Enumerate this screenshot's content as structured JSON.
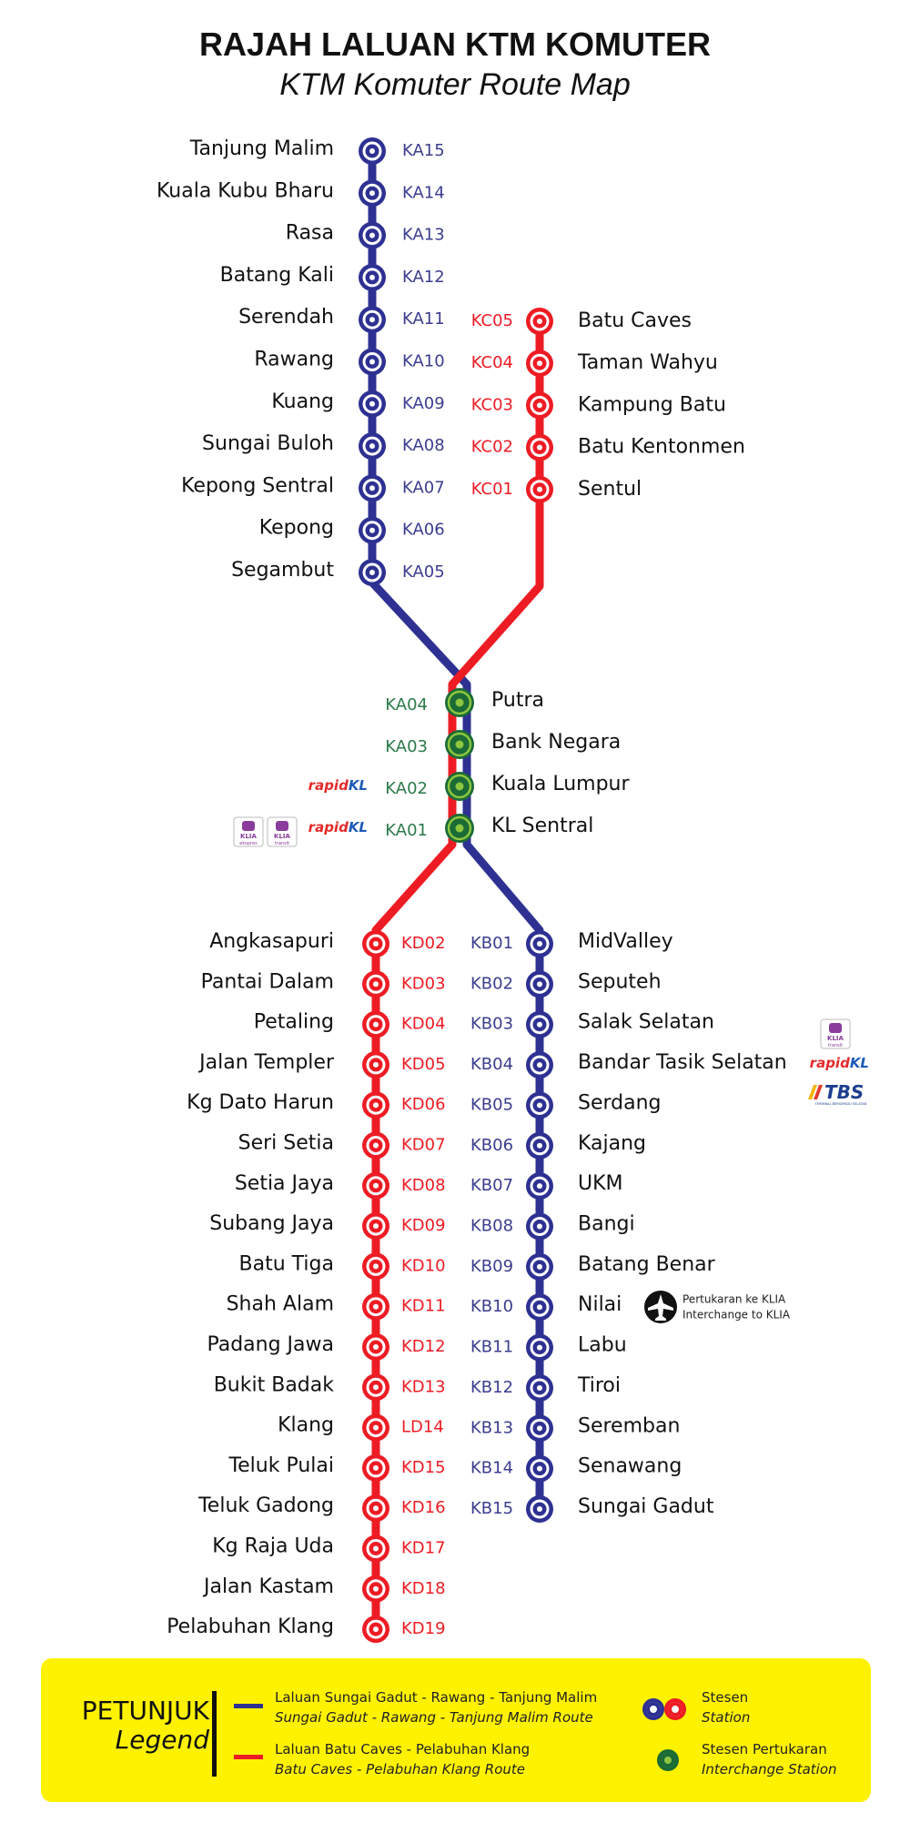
{
  "header": {
    "title": "RAJAH LALUAN KTM KOMUTER",
    "subtitle": "KTM Komuter Route Map"
  },
  "colors": {
    "blue": "#2e3192",
    "red": "#ed1c24",
    "green": "#1b6b36",
    "light_green": "#8dc63f",
    "code_green": "#2a7a4a",
    "legend_bg": "#fff200"
  },
  "ka_north": [
    {
      "code": "KA15",
      "name": "Tanjung Malim"
    },
    {
      "code": "KA14",
      "name": "Kuala Kubu Bharu"
    },
    {
      "code": "KA13",
      "name": "Rasa"
    },
    {
      "code": "KA12",
      "name": "Batang Kali"
    },
    {
      "code": "KA11",
      "name": "Serendah"
    },
    {
      "code": "KA10",
      "name": "Rawang"
    },
    {
      "code": "KA09",
      "name": "Kuang"
    },
    {
      "code": "KA08",
      "name": "Sungai Buloh"
    },
    {
      "code": "KA07",
      "name": "Kepong Sentral"
    },
    {
      "code": "KA06",
      "name": "Kepong"
    },
    {
      "code": "KA05",
      "name": "Segambut"
    }
  ],
  "kc": [
    {
      "code": "KC05",
      "name": "Batu Caves"
    },
    {
      "code": "KC04",
      "name": "Taman Wahyu"
    },
    {
      "code": "KC03",
      "name": "Kampung Batu"
    },
    {
      "code": "KC02",
      "name": "Batu Kentonmen"
    },
    {
      "code": "KC01",
      "name": "Sentul"
    }
  ],
  "interchange": [
    {
      "code": "KA04",
      "name": "Putra"
    },
    {
      "code": "KA03",
      "name": "Bank Negara"
    },
    {
      "code": "KA02",
      "name": "Kuala Lumpur"
    },
    {
      "code": "KA01",
      "name": "KL Sentral"
    }
  ],
  "kd": [
    {
      "code": "KD02",
      "name": "Angkasapuri"
    },
    {
      "code": "KD03",
      "name": "Pantai Dalam"
    },
    {
      "code": "KD04",
      "name": "Petaling"
    },
    {
      "code": "KD05",
      "name": "Jalan Templer"
    },
    {
      "code": "KD06",
      "name": "Kg Dato Harun"
    },
    {
      "code": "KD07",
      "name": "Seri Setia"
    },
    {
      "code": "KD08",
      "name": "Setia Jaya"
    },
    {
      "code": "KD09",
      "name": "Subang Jaya"
    },
    {
      "code": "KD10",
      "name": "Batu Tiga"
    },
    {
      "code": "KD11",
      "name": "Shah Alam"
    },
    {
      "code": "KD12",
      "name": "Padang Jawa"
    },
    {
      "code": "KD13",
      "name": "Bukit Badak"
    },
    {
      "code": "LD14",
      "name": "Klang"
    },
    {
      "code": "KD15",
      "name": "Teluk Pulai"
    },
    {
      "code": "KD16",
      "name": "Teluk  Gadong"
    },
    {
      "code": "KD17",
      "name": "Kg Raja Uda"
    },
    {
      "code": "KD18",
      "name": "Jalan Kastam"
    },
    {
      "code": "KD19",
      "name": "Pelabuhan Klang"
    }
  ],
  "kb": [
    {
      "code": "KB01",
      "name": "MidValley"
    },
    {
      "code": "KB02",
      "name": "Seputeh"
    },
    {
      "code": "KB03",
      "name": "Salak Selatan"
    },
    {
      "code": "KB04",
      "name": "Bandar Tasik Selatan"
    },
    {
      "code": "KB05",
      "name": "Serdang"
    },
    {
      "code": "KB06",
      "name": "Kajang"
    },
    {
      "code": "KB07",
      "name": "UKM"
    },
    {
      "code": "KB08",
      "name": "Bangi"
    },
    {
      "code": "KB09",
      "name": "Batang Benar"
    },
    {
      "code": "KB10",
      "name": "Nilai"
    },
    {
      "code": "KB11",
      "name": "Labu"
    },
    {
      "code": "KB12",
      "name": "Tiroi"
    },
    {
      "code": "KB13",
      "name": "Seremban"
    },
    {
      "code": "KB14",
      "name": "Senawang"
    },
    {
      "code": "KB15",
      "name": "Sungai Gadut"
    }
  ],
  "logos": {
    "rapid": "rapid",
    "kl": "KL",
    "klia_ekspres": {
      "top": "KLIA",
      "bottom": "ekspres"
    },
    "klia_transit": {
      "top": "KLIA",
      "bottom": "transit"
    },
    "tbs": "TBS",
    "tbs_sub": "TERMINAL BERSEPADU SELATAN"
  },
  "airport_note": {
    "line1": "Pertukaran ke KLIA",
    "line2": "Interchange to KLIA"
  },
  "legend": {
    "title": "PETUNJUK",
    "subtitle": "Legend",
    "blue_route": {
      "ms": "Laluan Sungai Gadut - Rawang - Tanjung Malim",
      "en": "Sungai Gadut - Rawang - Tanjung Malim Route"
    },
    "red_route": {
      "ms": "Laluan Batu Caves - Pelabuhan Klang",
      "en": "Batu Caves - Pelabuhan Klang Route"
    },
    "station": {
      "ms": "Stesen",
      "en": "Station"
    },
    "interchange": {
      "ms": "Stesen Pertukaran",
      "en": "Interchange Station"
    }
  }
}
